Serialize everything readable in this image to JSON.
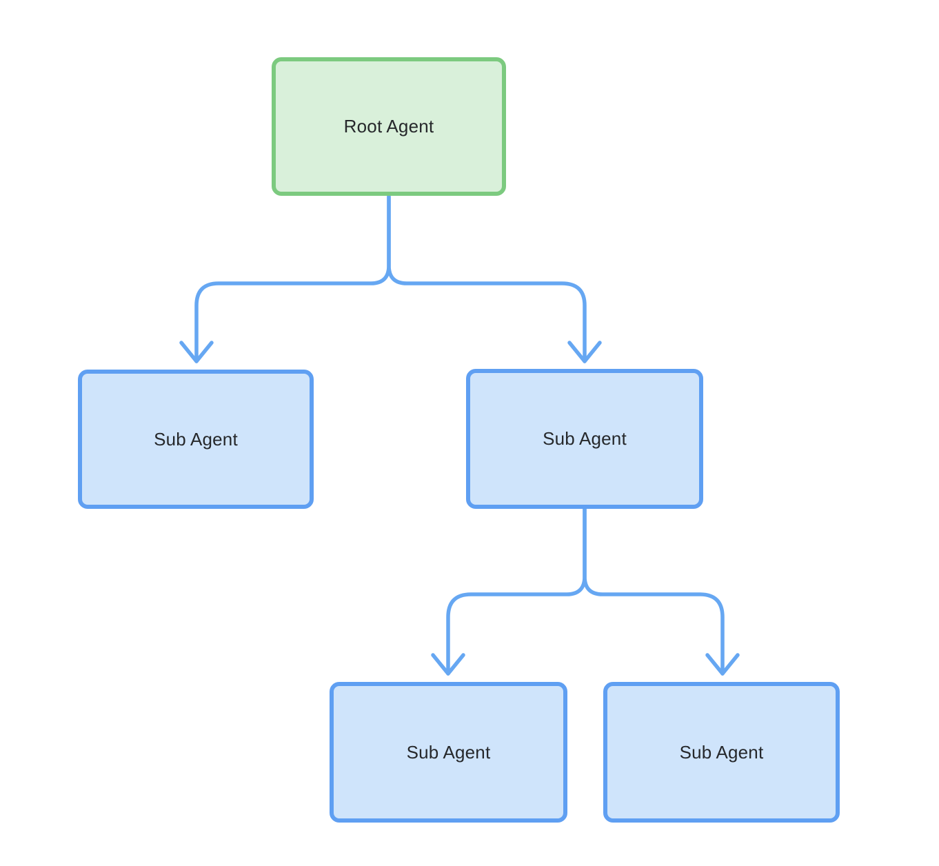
{
  "diagram": {
    "type": "flowchart-tree",
    "nodes": [
      {
        "id": "root",
        "label": "Root Agent",
        "role": "root"
      },
      {
        "id": "sub-left",
        "label": "Sub Agent",
        "role": "sub"
      },
      {
        "id": "sub-right",
        "label": "Sub Agent",
        "role": "sub"
      },
      {
        "id": "sub-right-left",
        "label": "Sub Agent",
        "role": "sub"
      },
      {
        "id": "sub-right-right",
        "label": "Sub Agent",
        "role": "sub"
      }
    ],
    "edges": [
      {
        "from": "root",
        "to": "sub-left",
        "style": "curved-arrow"
      },
      {
        "from": "root",
        "to": "sub-right",
        "style": "curved-arrow"
      },
      {
        "from": "sub-right",
        "to": "sub-right-left",
        "style": "curved-arrow"
      },
      {
        "from": "sub-right",
        "to": "sub-right-right",
        "style": "curved-arrow"
      }
    ]
  },
  "colors": {
    "background": "#ffffff",
    "root-fill": "#d9f0da",
    "root-border": "#7cca7f",
    "sub-fill": "#cfe4fb",
    "sub-border": "#5f9ff2",
    "connector": "#66a7f2",
    "text": "#26282b"
  }
}
